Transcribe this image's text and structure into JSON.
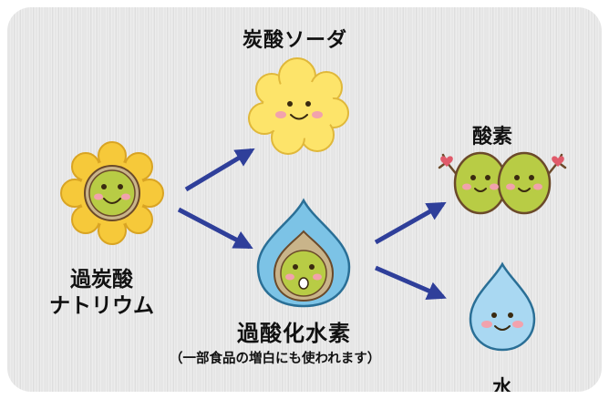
{
  "labels": {
    "soda_ash": "炭酸ソーダ",
    "oxygen": "酸素",
    "sodium_percarbonate_line1": "過炭酸",
    "sodium_percarbonate_line2": "ナトリウム",
    "hydrogen_peroxide": "過酸化水素",
    "hydrogen_peroxide_note": "（一部食品の増白にも使われます）",
    "water": "水"
  },
  "colors": {
    "arrow": "#2f3f9a",
    "sun": "#f6c93a",
    "cloud": "#fde46a",
    "face": "#b8cc45",
    "drop": "#7cc3e6",
    "drop_water": "#a9d8f2",
    "cheek": "#f2a2ad",
    "outline": "#5a3a1a"
  },
  "characters": [
    {
      "name": "sodium-percarbonate",
      "shape": "sun"
    },
    {
      "name": "soda-ash",
      "shape": "cloud"
    },
    {
      "name": "hydrogen-peroxide",
      "shape": "drop"
    },
    {
      "name": "oxygen",
      "shape": "twin-ovals"
    },
    {
      "name": "water",
      "shape": "drop"
    }
  ],
  "icons": [
    "arrow-icon"
  ]
}
